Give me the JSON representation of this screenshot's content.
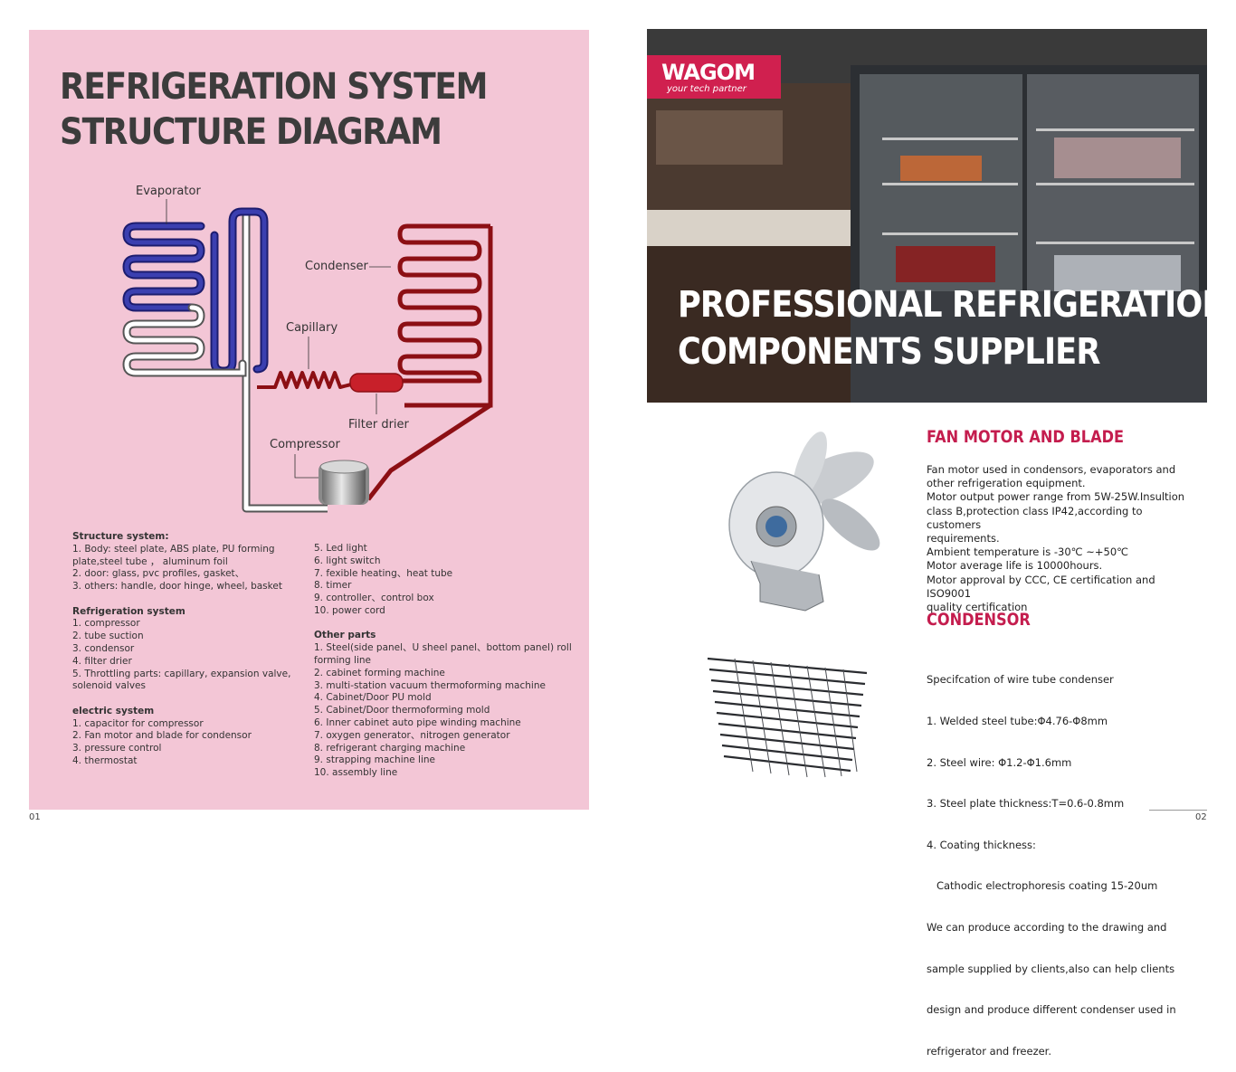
{
  "left": {
    "title_line1": "REFRIGERATION SYSTEM",
    "title_line2": "STRUCTURE DIAGRAM",
    "diagram": {
      "evaporator": "Evaporator",
      "condenser": "Condenser",
      "capillary": "Capillary",
      "filter_drier": "Filter drier",
      "compressor": "Compressor"
    },
    "col1": [
      {
        "heading": "Structure system:",
        "lines": [
          "1. Body: steel plate, ABS plate, PU forming",
          "plate,steel tube ，  aluminum foil",
          "2. door: glass, pvc profiles, gasket、",
          "3. others: handle, door hinge, wheel, basket"
        ]
      },
      {
        "heading": "Refrigeration system",
        "lines": [
          "1. compressor",
          "2. tube suction",
          "3. condensor",
          "4. filter drier",
          "5. Throttling parts: capillary, expansion valve,",
          "solenoid valves"
        ]
      },
      {
        "heading": "electric system",
        "lines": [
          "1. capacitor for compressor",
          "2. Fan motor and blade for condensor",
          "3. pressure control",
          "4. thermostat"
        ]
      }
    ],
    "col2a": [
      "5. Led light",
      "6. light switch",
      "7. fexible heating、heat tube",
      "8. timer",
      "9. controller、control box",
      "10. power cord"
    ],
    "col2b": {
      "heading": "Other parts",
      "lines": [
        "1. Steel(side panel、U sheel panel、bottom panel) roll",
        "forming line",
        "2. cabinet forming machine",
        "3. multi-station vacuum thermoforming machine",
        "4. Cabinet/Door PU mold",
        "5. Cabinet/Door thermoforming mold",
        "6. Inner cabinet auto pipe winding machine",
        "7. oxygen generator、nitrogen generator",
        "8. refrigerant charging machine",
        "9. strapping machine line",
        "10. assembly line"
      ]
    },
    "page_number": "01"
  },
  "right": {
    "brand_name": "WAGOM",
    "brand_tagline": "your tech partner",
    "hero_line1": "PROFESSIONAL REFRIGERATION",
    "hero_line2": "COMPONENTS SUPPLIER",
    "fan_title": "FAN MOTOR AND BLADE",
    "fan_lines": [
      "Fan motor used in condensors, evaporators and",
      "other refrigeration equipment.",
      "Motor output power range from 5W-25W.Insultion",
      "class B,protection class IP42,according to customers",
      "requirements.",
      "Ambient temperature is -30℃ ~+50℃",
      "Motor average life is 10000hours.",
      "Motor approval by CCC, CE certification and ISO9001",
      "quality certification"
    ],
    "cond_title": "CONDENSOR",
    "cond_lines": [
      "Specifcation of wire tube condenser",
      "1. Welded steel tube:Φ4.76-Φ8mm",
      "2. Steel wire: Φ1.2-Φ1.6mm",
      "3. Steel plate thickness:T=0.6-0.8mm",
      "4. Coating thickness:",
      "   Cathodic electrophoresis coating 15-20um",
      "We can produce according to the drawing and",
      "sample supplied by clients,also can help clients",
      "design and produce different condenser used in",
      "refrigerator and freezer."
    ],
    "page_number": "02"
  },
  "colors": {
    "panel_pink": "#f3c6d6",
    "accent_red": "#c41d4e",
    "evaporator_blue": "#2e2f8f",
    "condenser_red": "#8c0f14"
  }
}
